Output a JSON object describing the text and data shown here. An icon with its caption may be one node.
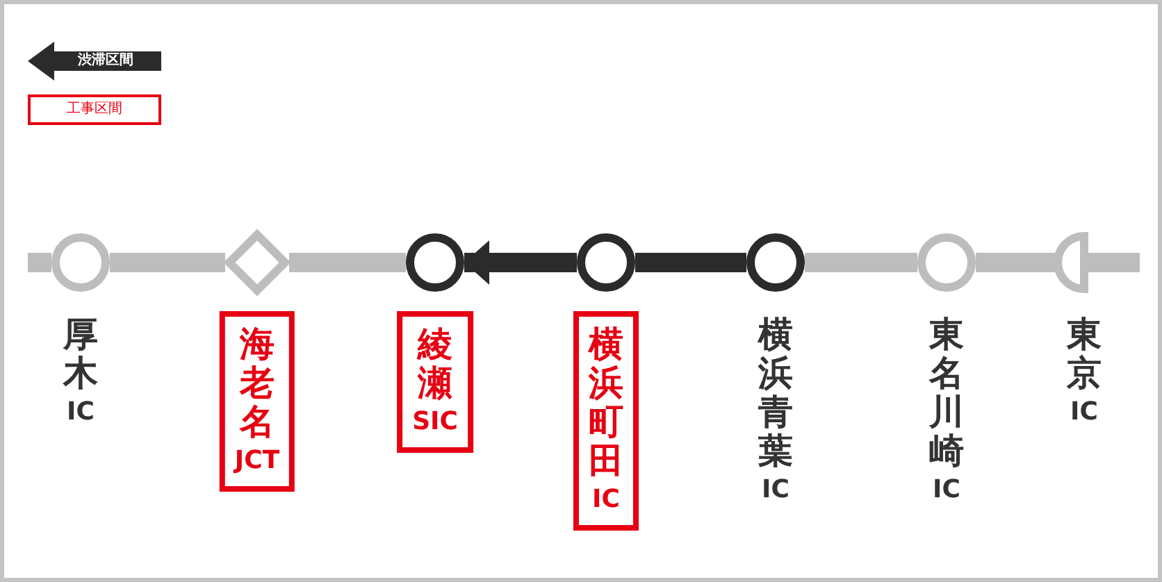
{
  "diagram": {
    "nodes": [
      {
        "text": [
          "厚木",
          "IC"
        ]
      },
      {
        "text": [
          "海老名",
          "JCT"
        ]
      },
      {
        "text": [
          "綾瀬",
          "SIC"
        ]
      },
      {
        "text": [
          "横浜町田",
          "IC"
        ]
      },
      {
        "text": [
          "横浜青葉",
          "IC"
        ]
      },
      {
        "text": [
          "東名川崎",
          "IC"
        ]
      },
      {
        "text": [
          "東京",
          "IC"
        ]
      }
    ],
    "edges": [
      {
        "from": null,
        "to": 0,
        "arrow": "none"
      },
      {
        "from": 0,
        "to": 1,
        "arrow": "none"
      },
      {
        "from": 1,
        "to": 2,
        "arrow": "none"
      },
      {
        "from": 3,
        "to": 2,
        "arrow": "to",
        "color": "#2b2b2b"
      },
      {
        "from": 4,
        "to": 3,
        "arrow": "none",
        "color": "#2b2b2b"
      },
      {
        "from": 4,
        "to": 5,
        "arrow": "none"
      },
      {
        "from": 5,
        "to": 6,
        "arrow": "none"
      },
      {
        "from": 6,
        "to": null,
        "arrow": "none"
      }
    ],
    "legend": [
      {
        "text": "渋滞区間"
      },
      {
        "text": "工事区間"
      }
    ]
  }
}
